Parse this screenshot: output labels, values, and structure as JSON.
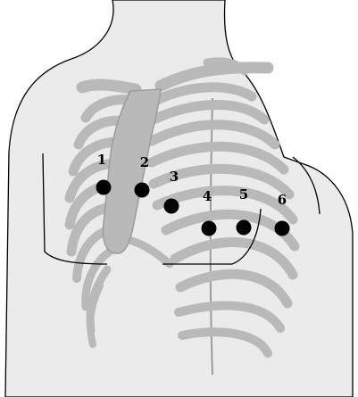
{
  "colors": {
    "background": "#ffffff",
    "body_fill": "#ebebeb",
    "bone": "#b9b9b9",
    "bone_dark": "#9c9c9c",
    "outline": "#000000",
    "electrode": "#000000"
  },
  "electrodes": [
    {
      "label": "1"
    },
    {
      "label": "2"
    },
    {
      "label": "3"
    },
    {
      "label": "4"
    },
    {
      "label": "5"
    },
    {
      "label": "6"
    }
  ]
}
